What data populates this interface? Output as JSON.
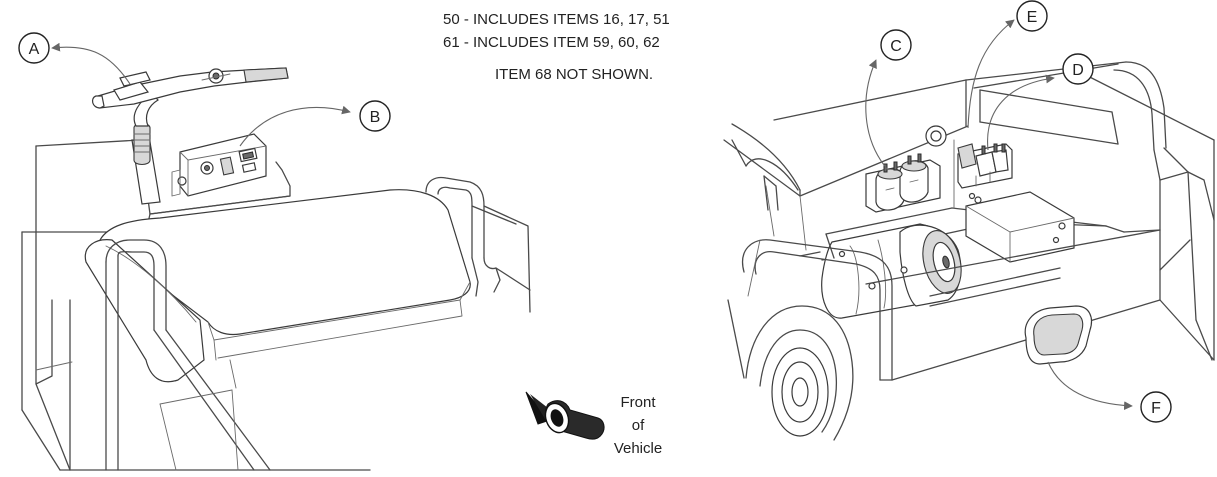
{
  "notes": [
    "50 - INCLUDES ITEMS 16, 17, 51",
    "61 - INCLUDES ITEM 59, 60, 62",
    "ITEM 68 NOT SHOWN."
  ],
  "callouts": [
    "A",
    "B",
    "C",
    "D",
    "E",
    "F"
  ],
  "front_label": [
    "Front",
    "of",
    "Vehicle"
  ],
  "colors": {
    "line": "#4a4a4a",
    "text": "#222222",
    "background": "#ffffff"
  }
}
